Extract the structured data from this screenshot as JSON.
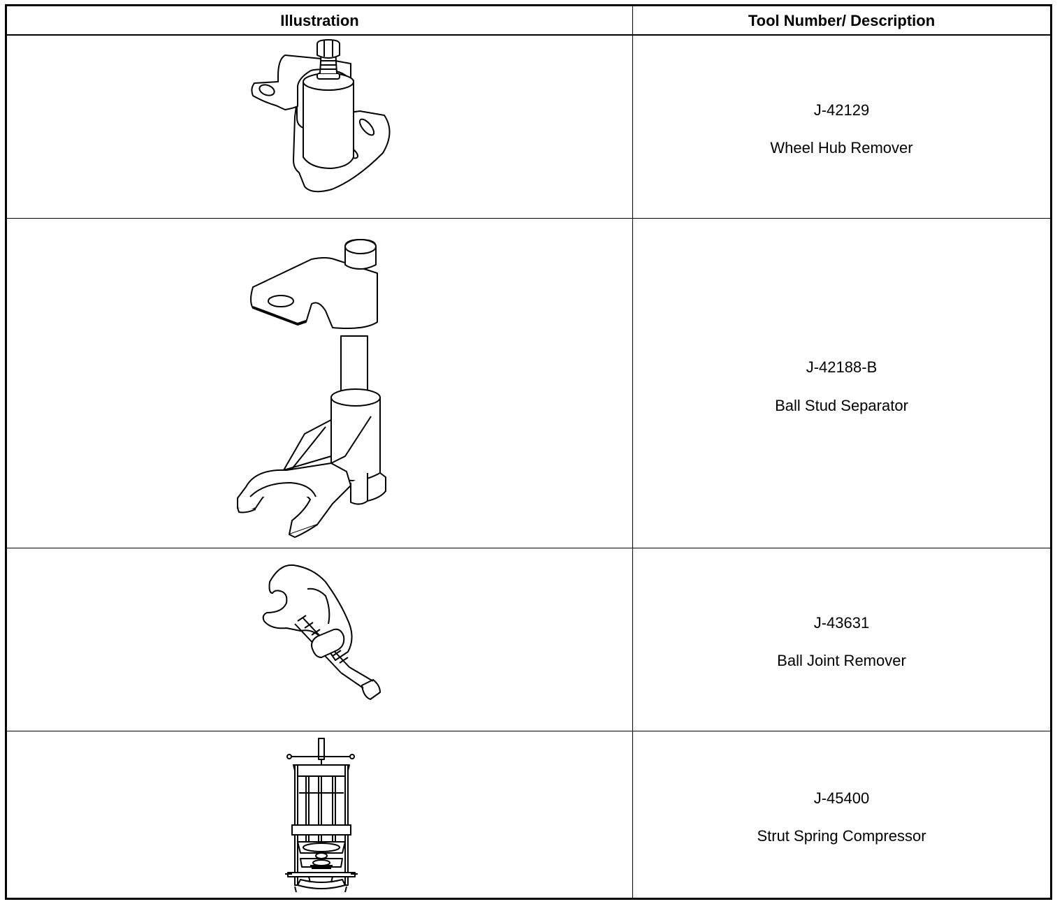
{
  "table": {
    "headers": {
      "illustration": "Illustration",
      "description": "Tool Number/ Description"
    },
    "rows": [
      {
        "tool_number": "J-42129",
        "description": "Wheel Hub Remover",
        "icon": "wheel-hub-remover-illustration"
      },
      {
        "tool_number": "J-42188-B",
        "description": "Ball Stud Separator",
        "icon": "ball-stud-separator-illustration"
      },
      {
        "tool_number": "J-43631",
        "description": "Ball Joint Remover",
        "icon": "ball-joint-remover-illustration"
      },
      {
        "tool_number": "J-45400",
        "description": "Strut Spring Compressor",
        "icon": "strut-spring-compressor-illustration"
      }
    ]
  }
}
